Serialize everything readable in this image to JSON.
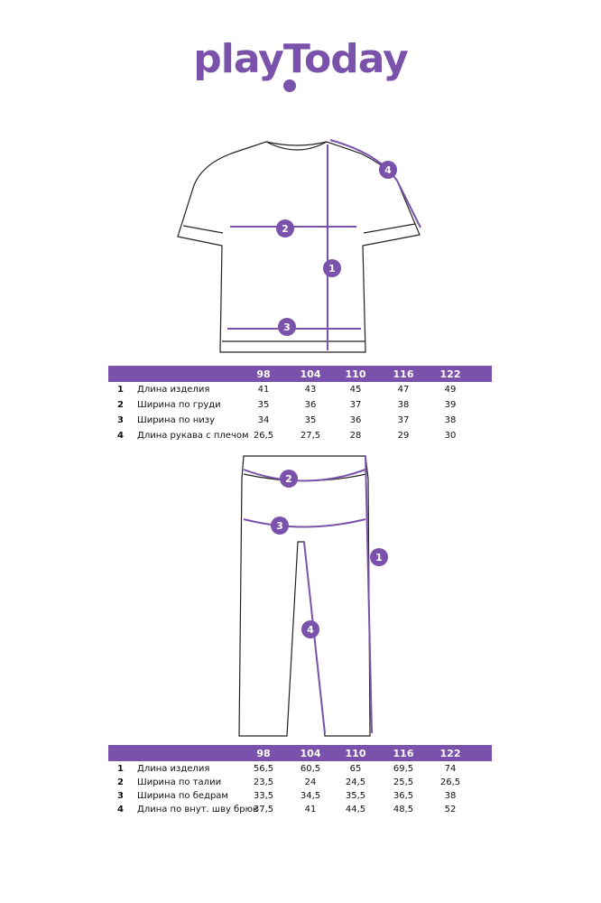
{
  "brand": {
    "logo": "playToday",
    "accent": "#7b52ab"
  },
  "tshirt_table": {
    "sizes": [
      "98",
      "104",
      "110",
      "116",
      "122"
    ],
    "rows": [
      {
        "num": "1",
        "label": "Длина изделия",
        "values": [
          "41",
          "43",
          "45",
          "47",
          "49"
        ]
      },
      {
        "num": "2",
        "label": "Ширина по груди",
        "values": [
          "35",
          "36",
          "37",
          "38",
          "39"
        ]
      },
      {
        "num": "3",
        "label": "Ширина по низу",
        "values": [
          "34",
          "35",
          "36",
          "37",
          "38"
        ]
      },
      {
        "num": "4",
        "label": "Длина рукава с плечом",
        "values": [
          "26,5",
          "27,5",
          "28",
          "29",
          "30"
        ]
      }
    ]
  },
  "pants_table": {
    "sizes": [
      "98",
      "104",
      "110",
      "116",
      "122"
    ],
    "rows": [
      {
        "num": "1",
        "label": "Длина изделия",
        "values": [
          "56,5",
          "60,5",
          "65",
          "69,5",
          "74"
        ]
      },
      {
        "num": "2",
        "label": "Ширина по талии",
        "values": [
          "23,5",
          "24",
          "24,5",
          "25,5",
          "26,5"
        ]
      },
      {
        "num": "3",
        "label": "Ширина по бедрам",
        "values": [
          "33,5",
          "34,5",
          "35,5",
          "36,5",
          "38"
        ]
      },
      {
        "num": "4",
        "label": "Длина по внут. шву брюк",
        "values": [
          "37,5",
          "41",
          "44,5",
          "48,5",
          "52"
        ]
      }
    ]
  },
  "markers": {
    "m1": "1",
    "m2": "2",
    "m3": "3",
    "m4": "4"
  }
}
